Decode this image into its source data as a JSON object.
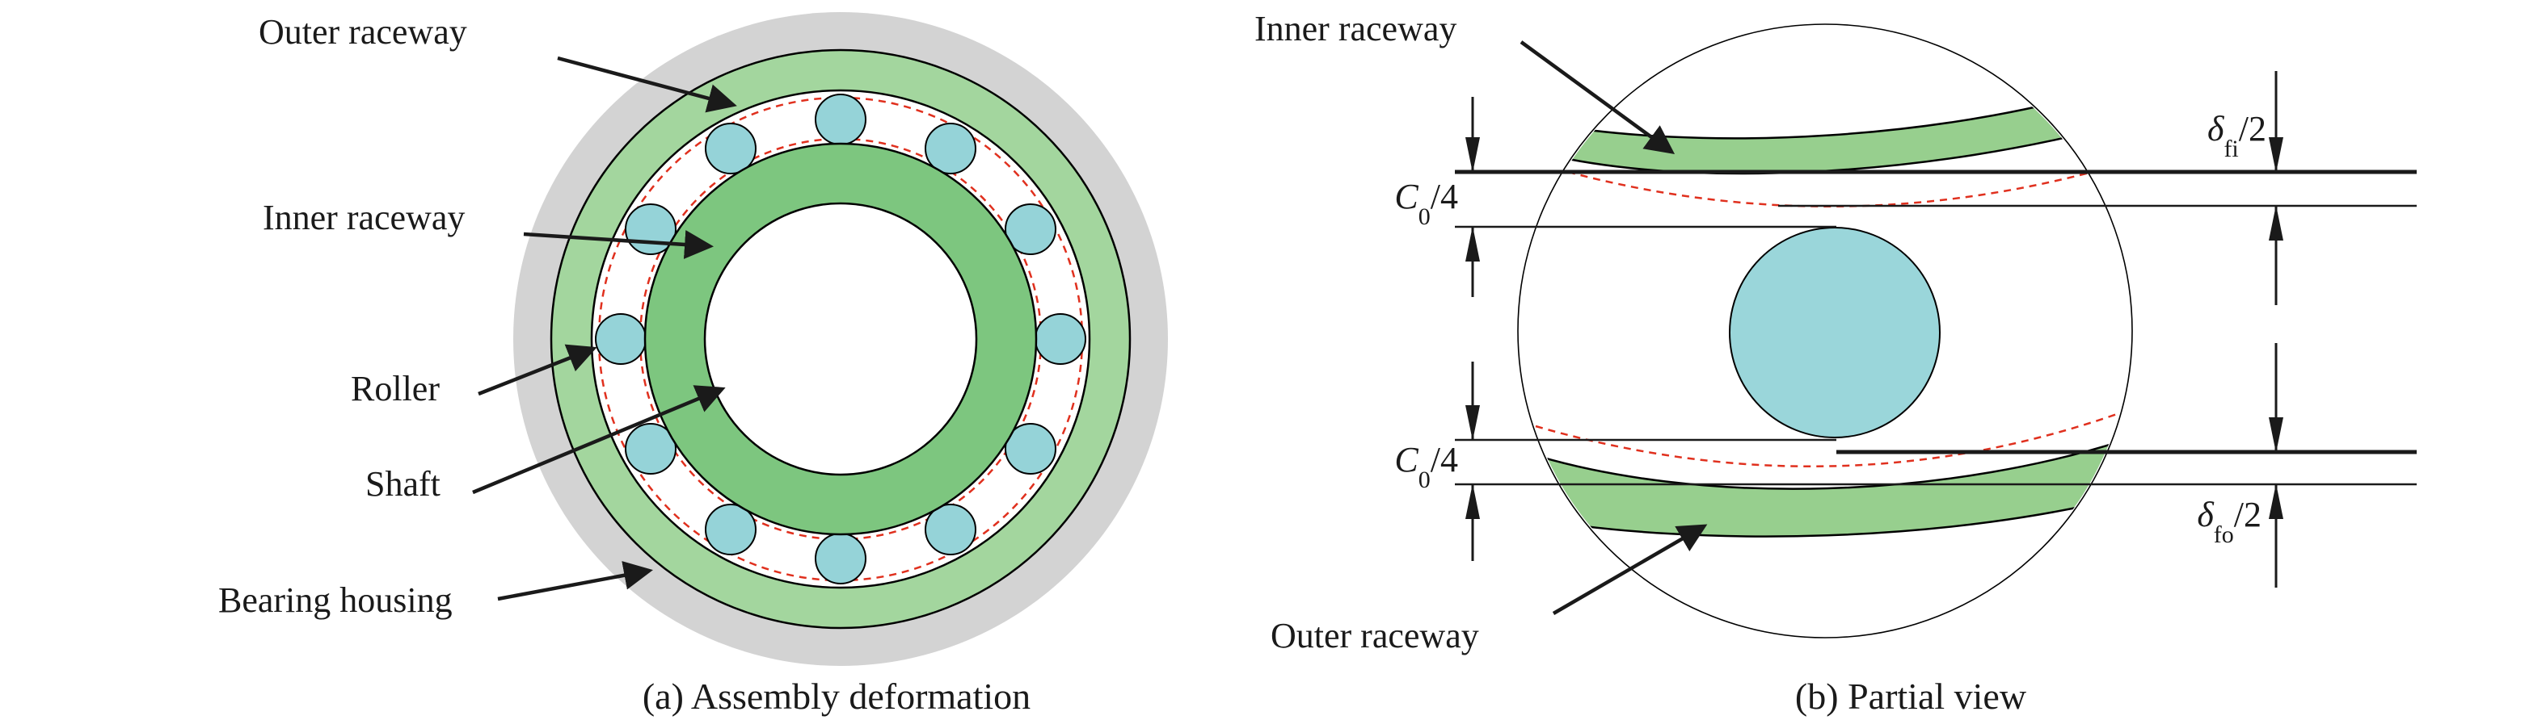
{
  "figure_a": {
    "caption": "(a) Assembly deformation",
    "labels": {
      "outer_raceway": "Outer raceway",
      "inner_raceway": "Inner raceway",
      "roller": "Roller",
      "shaft": "Shaft",
      "bearing_housing": "Bearing housing"
    },
    "colors": {
      "housing": "#d3d3d3",
      "outer_raceway": "#a3d69e",
      "inner_raceway": "#7dc67f",
      "roller": "#95d3d8",
      "deformed_outline": "#e0301e"
    }
  },
  "figure_b": {
    "caption": "(b) Partial view",
    "labels": {
      "inner_raceway": "Inner raceway",
      "outer_raceway": "Outer raceway"
    },
    "dimensions": {
      "c0_upper": {
        "base": "C",
        "sub": "0",
        "suffix": "/4"
      },
      "c0_lower": {
        "base": "C",
        "sub": "0",
        "suffix": "/4"
      },
      "delta_fi": {
        "base": "δ",
        "sub": "fi",
        "suffix": "/2"
      },
      "delta_fo": {
        "base": "δ",
        "sub": "fo",
        "suffix": "/2"
      }
    },
    "colors": {
      "raceway_band": "#97cf8e",
      "roller": "#9ad6da",
      "undeformed_outline": "#e0301e"
    }
  }
}
